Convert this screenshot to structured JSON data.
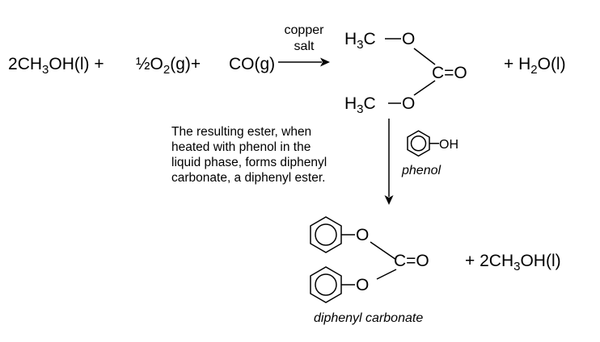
{
  "reaction1": {
    "reactant_methanol": {
      "coef": "2",
      "a": "CH",
      "sub": "3",
      "b": "OH(l) +"
    },
    "reactant_oxygen": {
      "a": "½O",
      "sub": "2",
      "b": "(g)+"
    },
    "reactant_co": "CO(g)",
    "catalyst_line1": "copper",
    "catalyst_line2": "salt",
    "product_water": {
      "a": "+ H",
      "sub": "2",
      "b": "O(l)"
    }
  },
  "dimethyl_carbonate": {
    "methyl_top": {
      "a": "H",
      "sub": "3",
      "b": "C"
    },
    "methyl_bottom": {
      "a": "H",
      "sub": "3",
      "b": "C"
    },
    "oxygen_top": "O",
    "oxygen_bottom": "O",
    "carbonyl": "C=O"
  },
  "reaction2": {
    "note_lines": [
      "The resulting ester, when",
      "heated with phenol in the",
      "liquid phase, forms diphenyl",
      "carbonate, a diphenyl ester."
    ],
    "phenol_group": "OH",
    "phenol_label": "phenol"
  },
  "diphenyl_carbonate": {
    "oxygen_top": "O",
    "oxygen_bottom": "O",
    "carbonyl": "C=O",
    "label": "diphenyl carbonate"
  },
  "product_methanol": {
    "a": "+ 2CH",
    "sub": "3",
    "b": "OH(l)"
  }
}
